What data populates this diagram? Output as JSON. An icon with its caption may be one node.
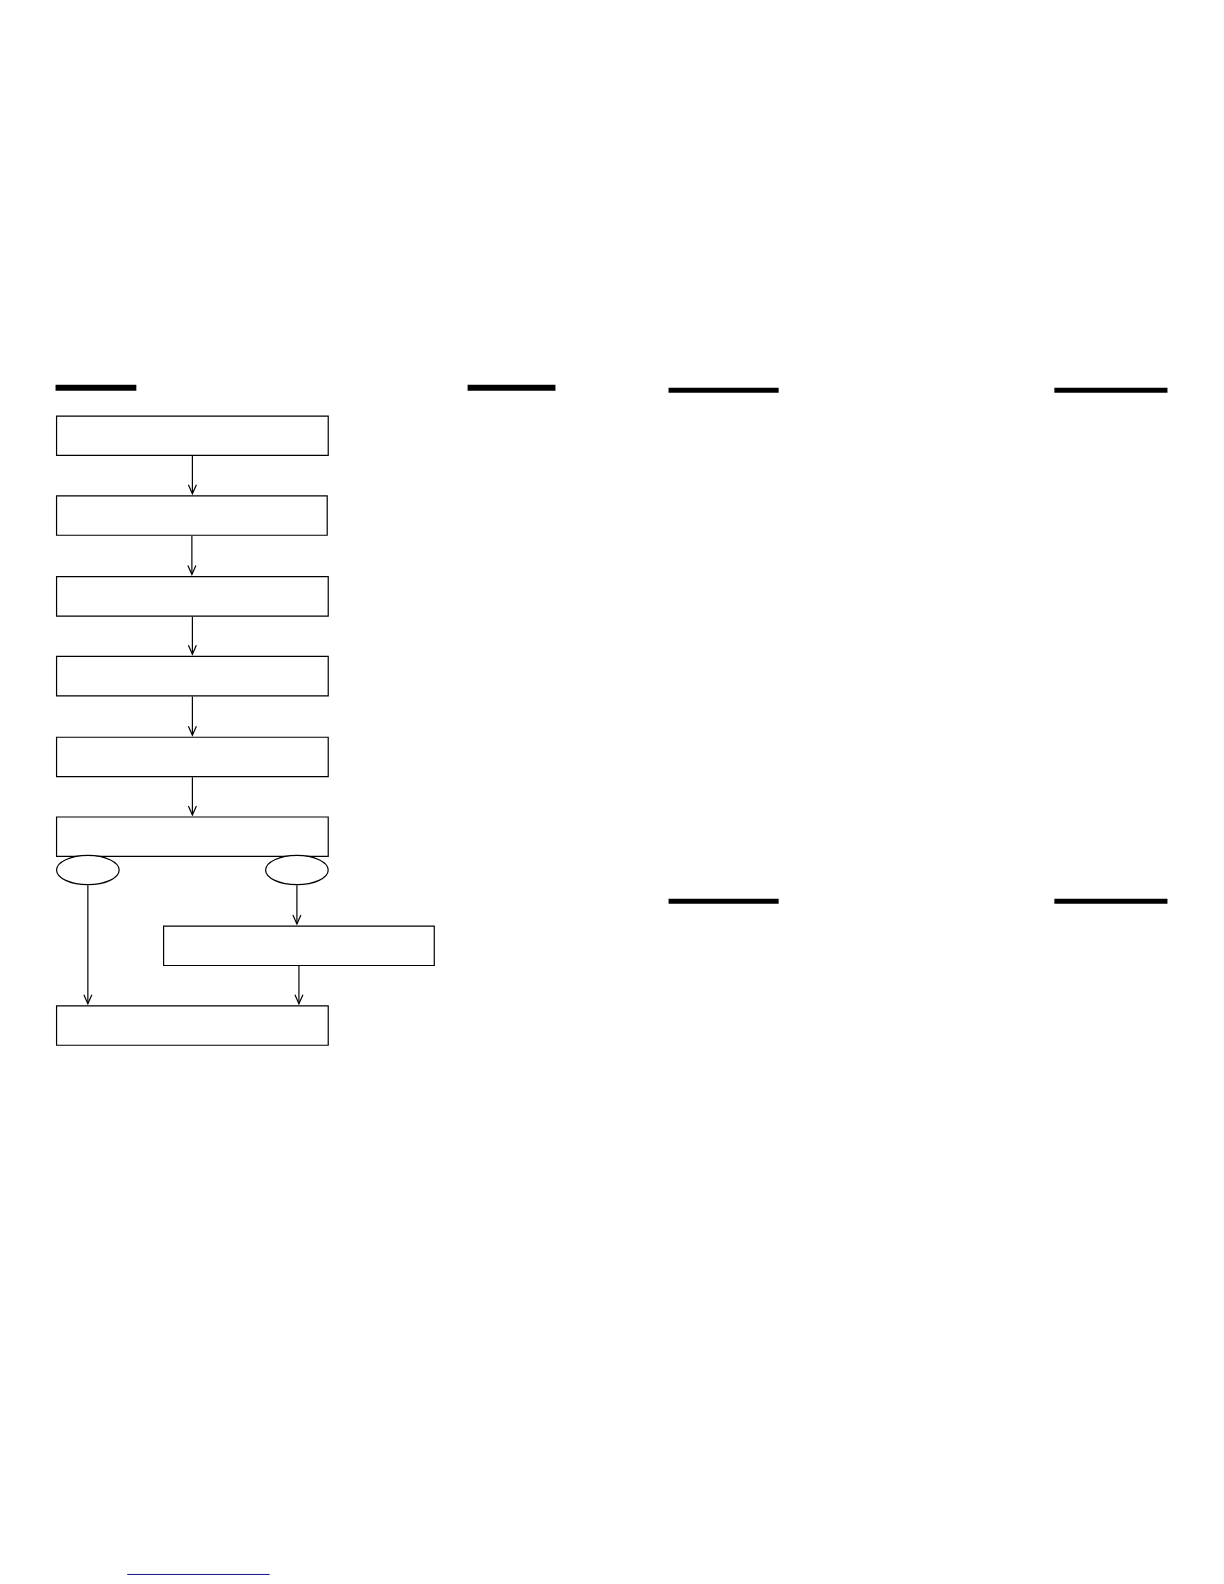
{
  "diagram": {
    "nodes": [
      {
        "text": [],
        "shape": "box"
      },
      {
        "text": [],
        "shape": "box"
      },
      {
        "text": [],
        "shape": "box"
      },
      {
        "text": [],
        "shape": "box"
      },
      {
        "text": [],
        "shape": "box"
      },
      {
        "text": [],
        "shape": "box"
      },
      {
        "text": [],
        "shape": "ellipse"
      },
      {
        "text": [],
        "shape": "ellipse"
      },
      {
        "text": [],
        "shape": "box"
      },
      {
        "text": [],
        "shape": "box"
      }
    ],
    "edges": [
      {
        "from": 0,
        "to": 1,
        "arrow": "to"
      },
      {
        "from": 1,
        "to": 2,
        "arrow": "to"
      },
      {
        "from": 2,
        "to": 3,
        "arrow": "to"
      },
      {
        "from": 3,
        "to": 4,
        "arrow": "to"
      },
      {
        "from": 4,
        "to": 5,
        "arrow": "to"
      },
      {
        "from": 6,
        "to": 9,
        "arrow": "to"
      },
      {
        "from": 7,
        "to": 8,
        "arrow": "to"
      },
      {
        "from": 8,
        "to": 9,
        "arrow": "to"
      }
    ]
  }
}
